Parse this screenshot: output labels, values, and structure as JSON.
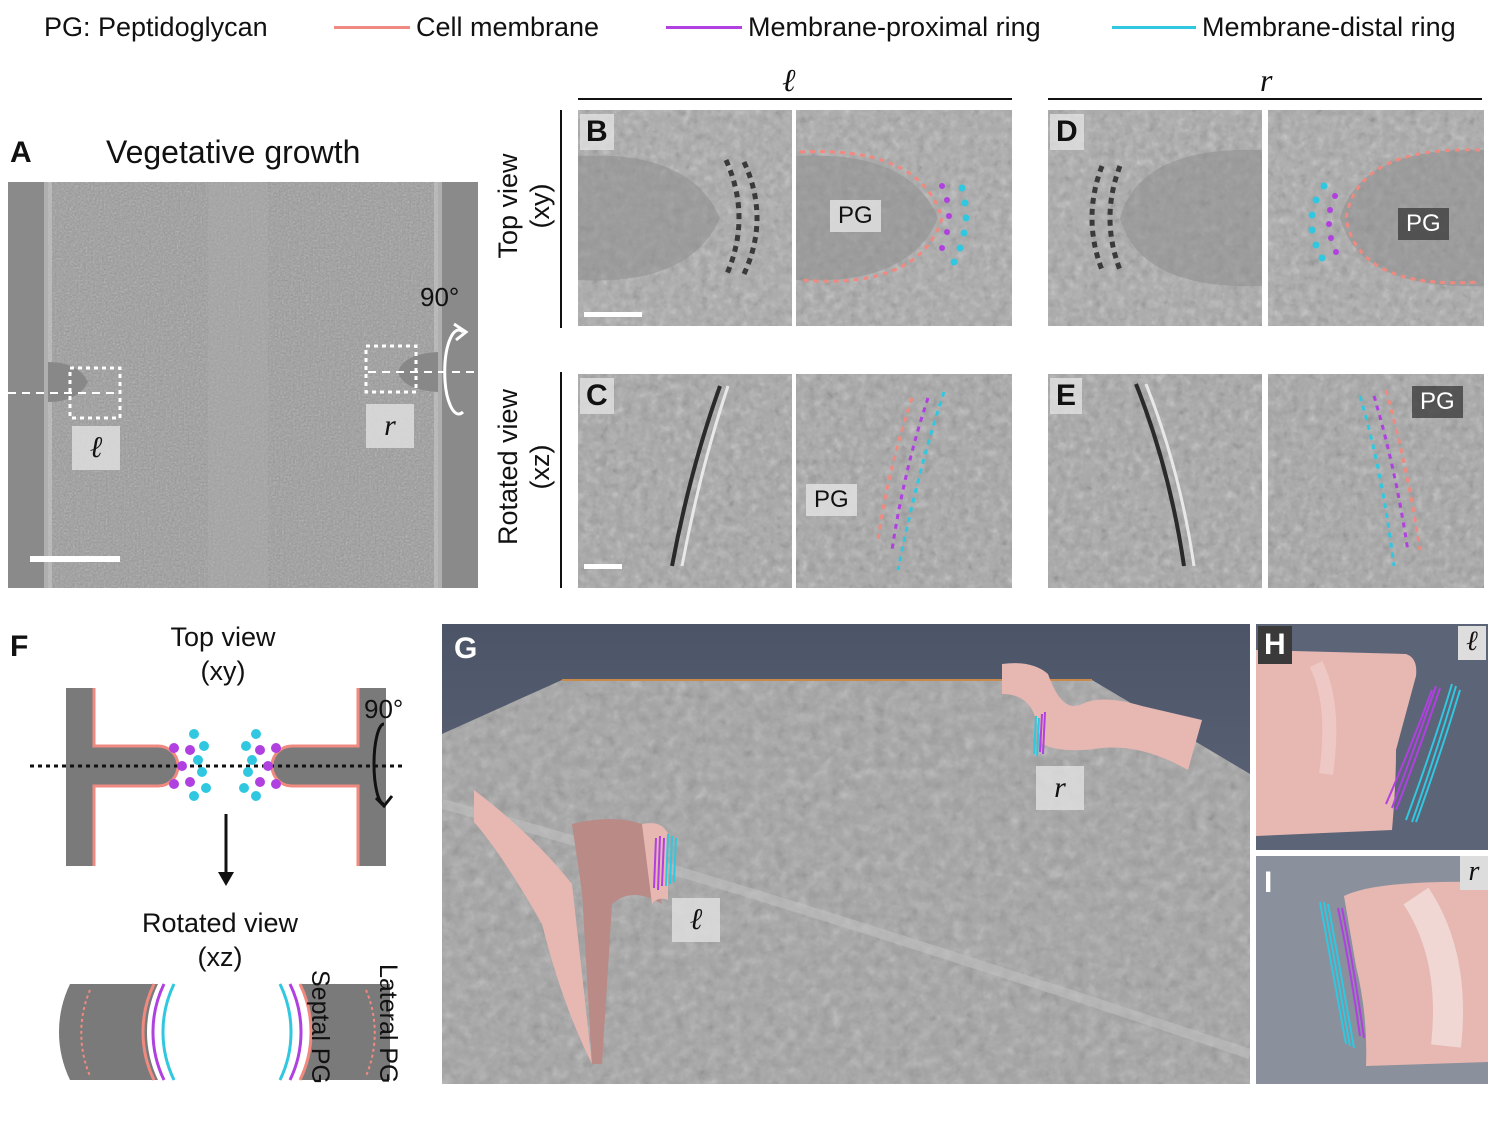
{
  "legend": {
    "pg": "PG: Peptidoglycan",
    "items": [
      {
        "label": "Cell membrane",
        "color": "#f08a80"
      },
      {
        "label": "Membrane-proximal ring",
        "color": "#b040e0"
      },
      {
        "label": "Membrane-distal ring",
        "color": "#30c8e0"
      }
    ]
  },
  "colors": {
    "membrane": "#f08a80",
    "proximal": "#b040e0",
    "distal": "#30c8e0",
    "membrane_3d": "#e8b8b4",
    "background_3d": "#5a6275"
  },
  "panelA": {
    "letter": "A",
    "title": "Vegetative growth",
    "angle": "90°",
    "left": "ℓ",
    "right": "r"
  },
  "top_headers": {
    "left": "ℓ",
    "right": "r"
  },
  "row_labels": {
    "top": [
      "Top view",
      "(xy)"
    ],
    "rotated": [
      "Rotated view",
      "(xz)"
    ]
  },
  "panels": {
    "B": "B",
    "C": "C",
    "D": "D",
    "E": "E",
    "F": "F",
    "G": "G",
    "H": "H",
    "I": "I"
  },
  "pg_label": "PG",
  "panelF": {
    "top_title": "Top view",
    "top_sub": "(xy)",
    "angle": "90°",
    "rot_title": "Rotated view",
    "rot_sub": "(xz)",
    "septal": "Septal PG",
    "lateral": "Lateral PG"
  },
  "panelG": {
    "left": "ℓ",
    "right": "r"
  },
  "panelH": {
    "tag": "ℓ"
  },
  "panelI": {
    "tag": "r"
  }
}
